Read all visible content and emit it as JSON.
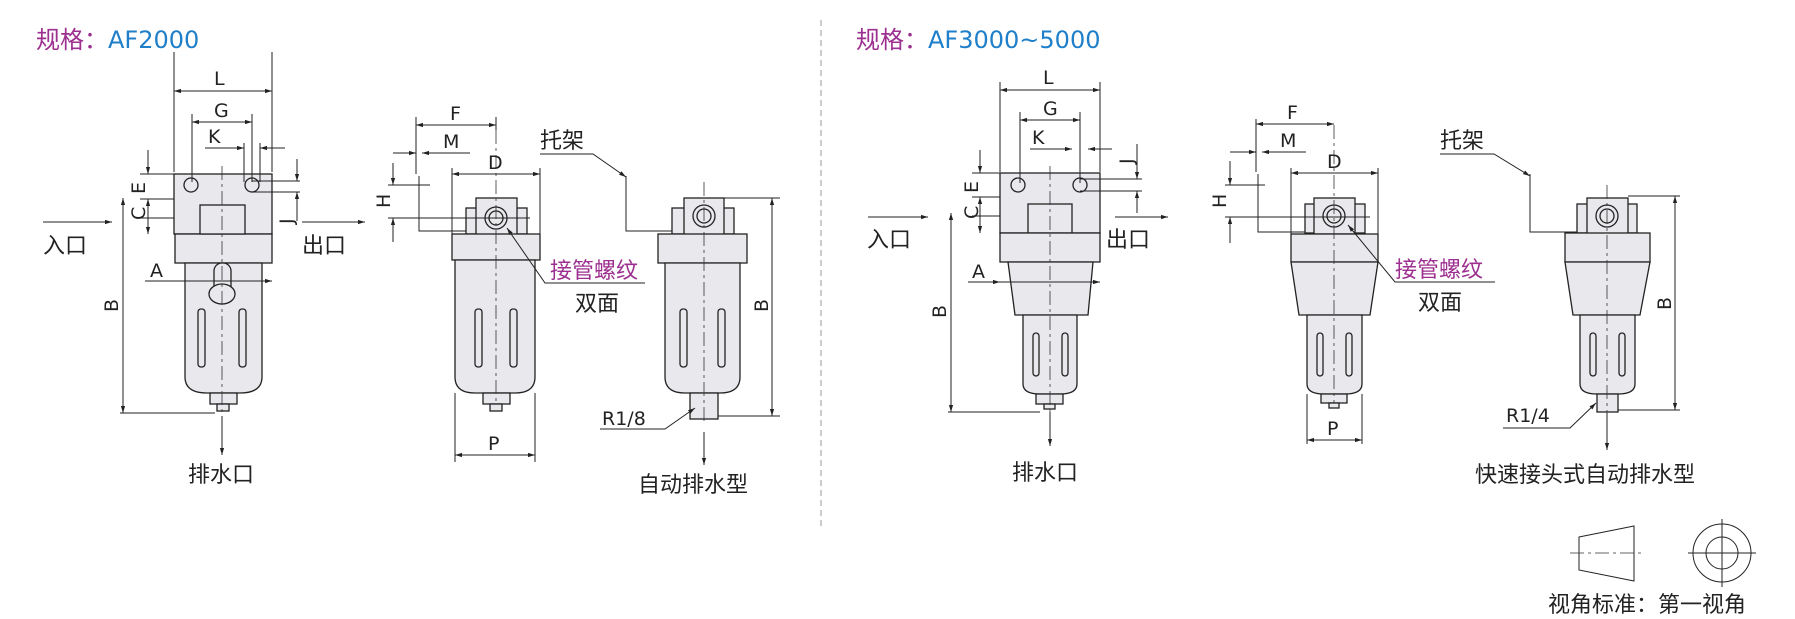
{
  "left": {
    "spec_label": "规格：",
    "model": "AF2000",
    "inlet": "入口",
    "outlet": "出口",
    "drain": "排水口",
    "thread": "接管螺纹",
    "both_sides": "双面",
    "bracket": "托架",
    "drain_size": "R1/8",
    "auto_drain": "自动排水型"
  },
  "right": {
    "spec_label": "规格：",
    "model": "AF3000~5000",
    "inlet": "入口",
    "outlet": "出口",
    "drain": "排水口",
    "thread": "接管螺纹",
    "both_sides": "双面",
    "bracket": "托架",
    "drain_size": "R1/4",
    "auto_drain": "快速接头式自动排水型"
  },
  "dims": {
    "L": "L",
    "G": "G",
    "K": "K",
    "E": "E",
    "C": "C",
    "J": "J",
    "A": "A",
    "B": "B",
    "F": "F",
    "M": "M",
    "D": "D",
    "H": "H",
    "P": "P"
  },
  "projection": {
    "label": "视角标准：第一视角"
  },
  "colors": {
    "purple": "#9c2f8f",
    "blue": "#1f7fc9"
  }
}
